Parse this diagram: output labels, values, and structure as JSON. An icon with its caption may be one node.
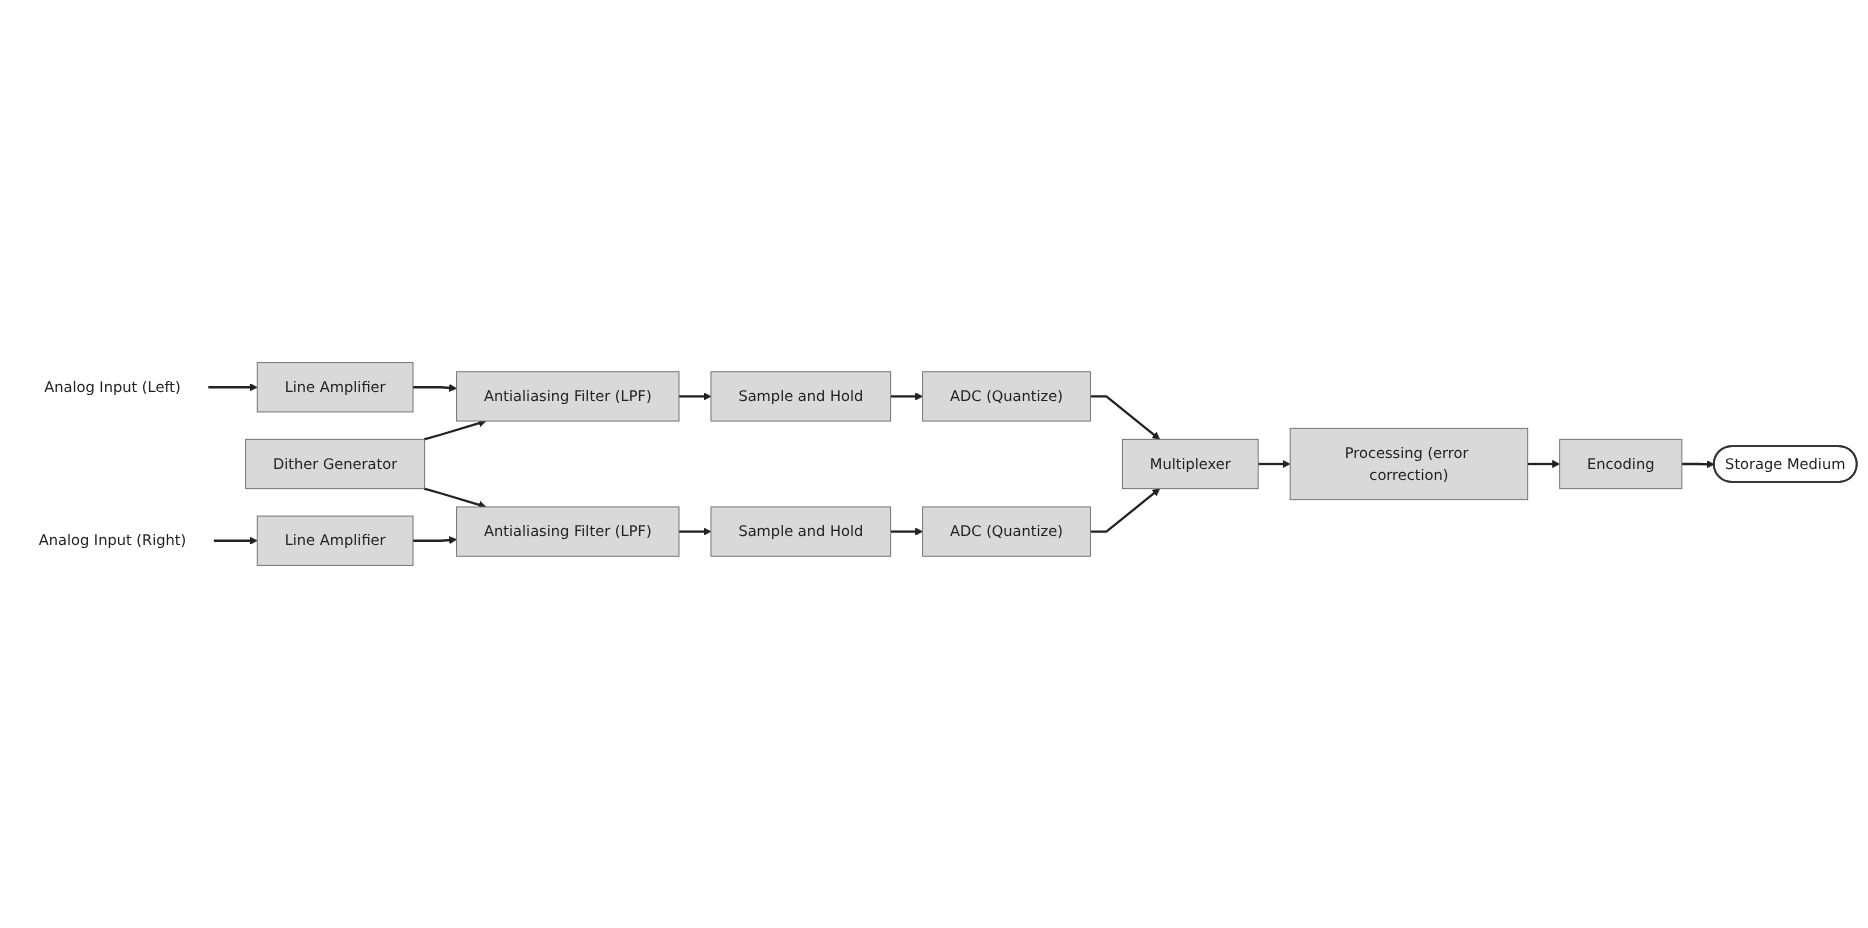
{
  "diagram": {
    "nodes": [
      {
        "text": [
          "Analog Input (Left)"
        ]
      },
      {
        "text": [
          "Line Amplifier"
        ]
      },
      {
        "text": [
          "Antialiasing Filter (LPF)"
        ]
      },
      {
        "text": [
          "Sample and Hold"
        ]
      },
      {
        "text": [
          "ADC (Quantize)"
        ]
      },
      {
        "text": [
          "Dither Generator"
        ]
      },
      {
        "text": [
          "Multiplexer"
        ]
      },
      {
        "text": [
          "Analog Input (Right)"
        ]
      },
      {
        "text": [
          "Line Amplifier"
        ]
      },
      {
        "text": [
          "Antialiasing Filter (LPF)"
        ]
      },
      {
        "text": [
          "Sample and Hold"
        ]
      },
      {
        "text": [
          "ADC (Quantize)"
        ]
      },
      {
        "text": [
          "Processing (error correction)"
        ]
      },
      {
        "text": [
          "Encoding"
        ]
      },
      {
        "text": [
          "Storage Medium"
        ]
      }
    ],
    "edges": [
      {
        "from": 0,
        "to": 1,
        "arrow": "to"
      },
      {
        "from": 1,
        "to": 2,
        "arrow": "to"
      },
      {
        "from": 5,
        "to": 2,
        "arrow": "to"
      },
      {
        "from": 2,
        "to": 3,
        "arrow": "to"
      },
      {
        "from": 3,
        "to": 4,
        "arrow": "to"
      },
      {
        "from": 4,
        "to": 6,
        "arrow": "to"
      },
      {
        "from": 7,
        "to": 8,
        "arrow": "to"
      },
      {
        "from": 8,
        "to": 9,
        "arrow": "to"
      },
      {
        "from": 5,
        "to": 9,
        "arrow": "to"
      },
      {
        "from": 9,
        "to": 10,
        "arrow": "to"
      },
      {
        "from": 10,
        "to": 11,
        "arrow": "to"
      },
      {
        "from": 11,
        "to": 6,
        "arrow": "to"
      },
      {
        "from": 6,
        "to": 12,
        "arrow": "to"
      },
      {
        "from": 12,
        "to": 13,
        "arrow": "to"
      },
      {
        "from": 13,
        "to": 14,
        "arrow": "to"
      }
    ]
  }
}
